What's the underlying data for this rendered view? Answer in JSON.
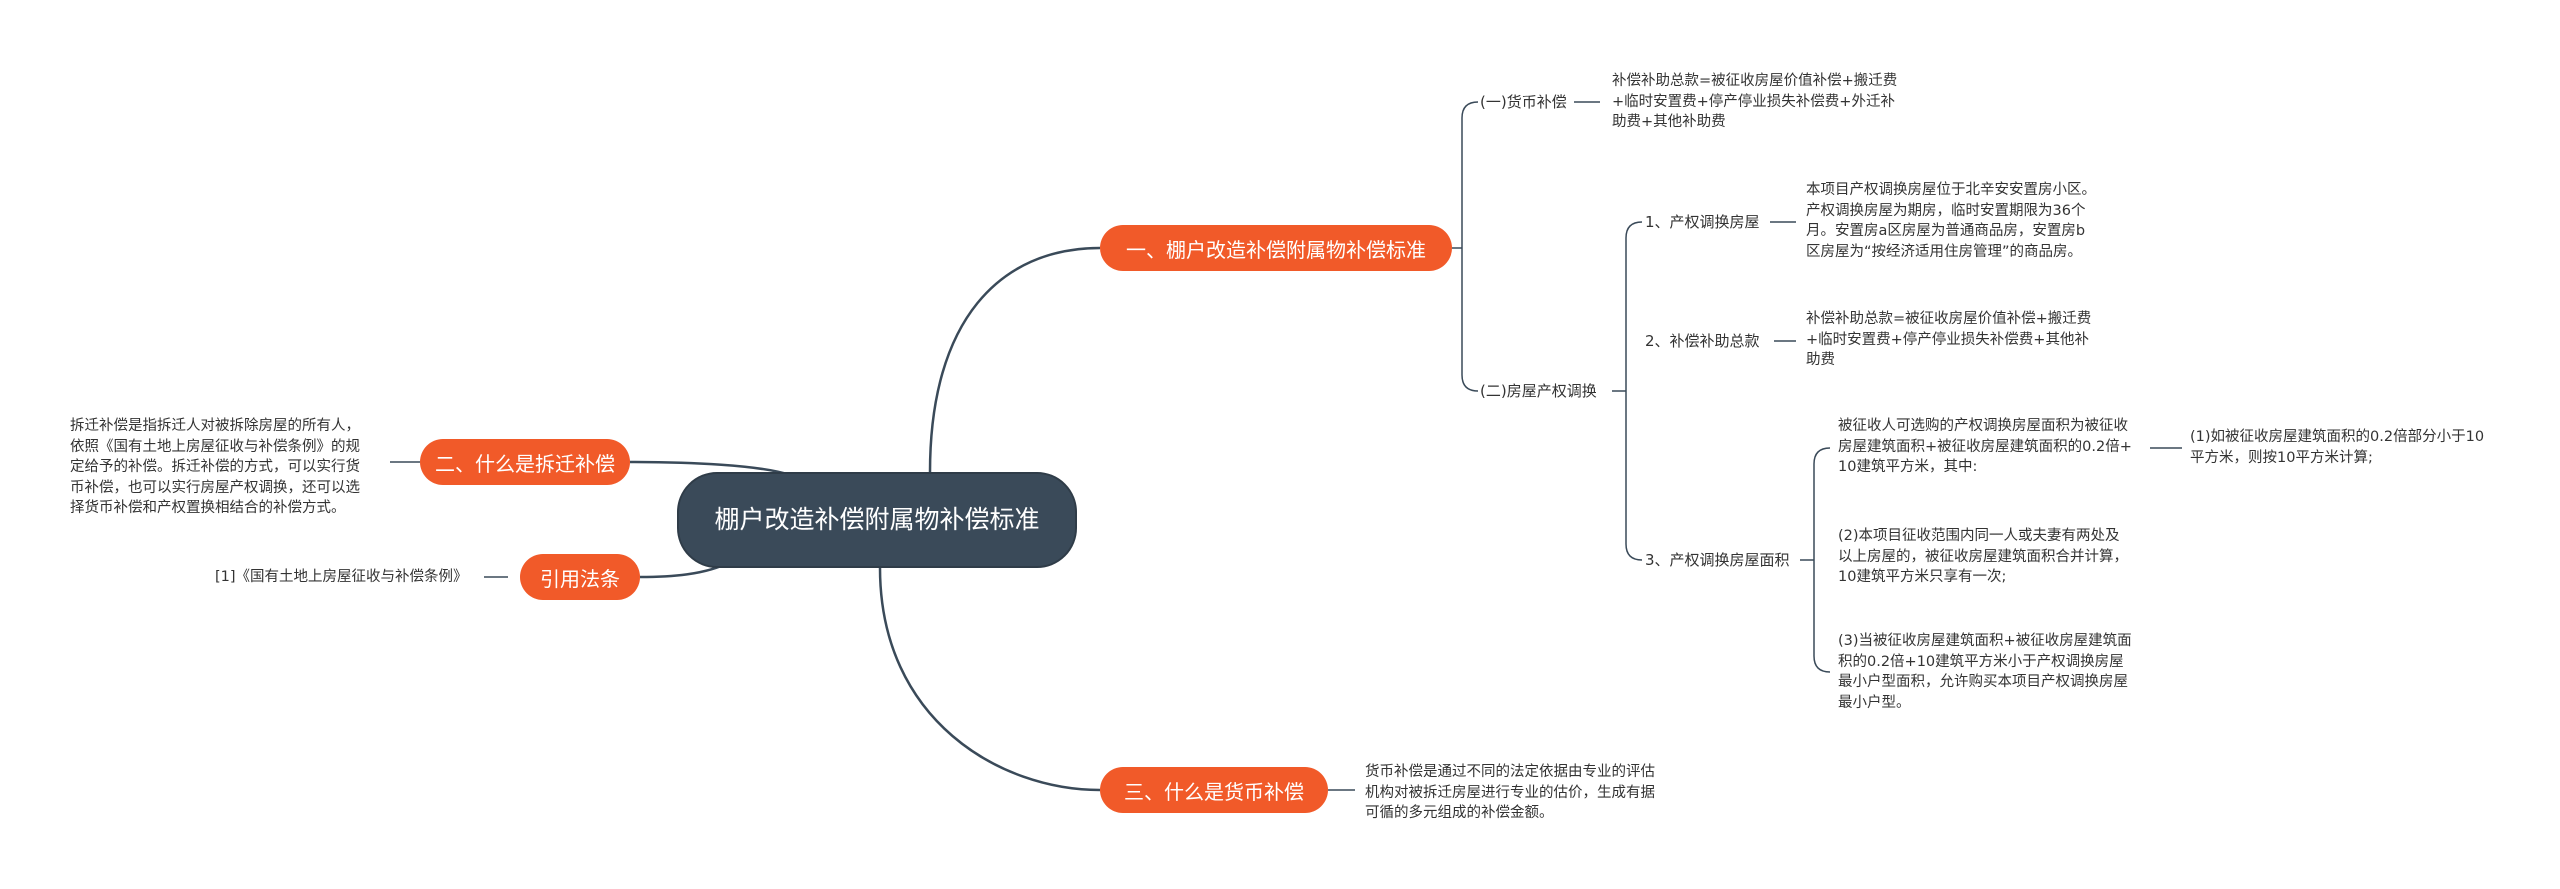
{
  "central": "棚户改造补偿附属物补偿标准",
  "branches": {
    "b1": "一、棚户改造补偿附属物补偿标准",
    "b2": "二、什么是拆迁补偿",
    "b3": "三、什么是货币补偿",
    "b4": "引用法条"
  },
  "b1": {
    "money": {
      "label": "(一)货币补偿",
      "text": "补偿补助总款=被征收房屋价值补偿+搬迁费\n+临时安置费+停产停业损失补偿费+外迁补\n助费+其他补助费"
    },
    "property": {
      "label": "(二)房屋产权调换",
      "item1": {
        "label": "1、产权调换房屋",
        "text": "本项目产权调换房屋位于北辛安安置房小区。\n产权调换房屋为期房，临时安置期限为36个\n月。安置房a区房屋为普通商品房，安置房b\n区房屋为“按经济适用住房管理”的商品房。"
      },
      "item2": {
        "label": "2、补偿补助总款",
        "text": "补偿补助总款=被征收房屋价值补偿+搬迁费\n+临时安置费+停产停业损失补偿费+其他补\n助费"
      },
      "item3": {
        "label": "3、产权调换房屋面积",
        "p1": "被征收人可选购的产权调换房屋面积为被征收\n房屋建筑面积+被征收房屋建筑面积的0.2倍+\n10建筑平方米，其中:",
        "p1a": "(1)如被征收房屋建筑面积的0.2倍部分小于10\n平方米，则按10平方米计算;",
        "p2": "(2)本项目征收范围内同一人或夫妻有两处及\n以上房屋的，被征收房屋建筑面积合并计算，\n10建筑平方米只享有一次;",
        "p3": "(3)当被征收房屋建筑面积+被征收房屋建筑面\n积的0.2倍+10建筑平方米小于产权调换房屋\n最小户型面积，允许购买本项目产权调换房屋\n最小户型。"
      }
    }
  },
  "b2_text": "拆迁补偿是指拆迁人对被拆除房屋的所有人，\n依照《国有土地上房屋征收与补偿条例》的规\n定给予的补偿。拆迁补偿的方式，可以实行货\n币补偿，也可以实行房屋产权调换，还可以选\n择货币补偿和产权置换相结合的补偿方式。",
  "b3_text": "货币补偿是通过不同的法定依据由专业的评估\n机构对被拆迁房屋进行专业的估价，生成有据\n可循的多元组成的补偿金额。",
  "b4_text": "[1]《国有土地上房屋征收与补偿条例》",
  "colors": {
    "central_bg": "#3a4a59",
    "branch_bg": "#f15a29",
    "line": "#3a4a59",
    "text": "#333333"
  }
}
